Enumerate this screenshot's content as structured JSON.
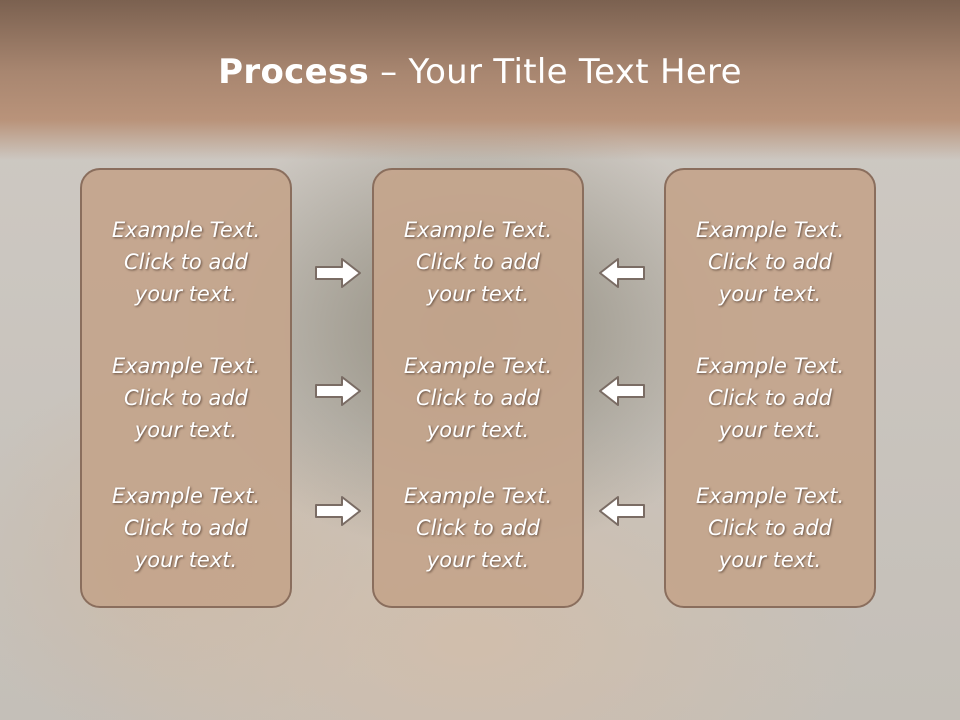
{
  "title": {
    "bold": "Process",
    "rest": " – Your Title Text Here"
  },
  "columns": [
    {
      "items": [
        {
          "line1": "Example Text.",
          "line2": "Click  to add",
          "line3": "your text."
        },
        {
          "line1": "Example Text.",
          "line2": "Click  to add",
          "line3": "your text."
        },
        {
          "line1": "Example Text.",
          "line2": "Click  to add",
          "line3": "your text."
        }
      ]
    },
    {
      "items": [
        {
          "line1": "Example Text.",
          "line2": "Click  to add",
          "line3": "your text."
        },
        {
          "line1": "Example Text.",
          "line2": "Click  to add",
          "line3": "your text."
        },
        {
          "line1": "Example Text.",
          "line2": "Click  to add",
          "line3": "your text."
        }
      ]
    },
    {
      "items": [
        {
          "line1": "Example Text.",
          "line2": "Click  to add",
          "line3": "your text."
        },
        {
          "line1": "Example Text.",
          "line2": "Click  to add",
          "line3": "your text."
        },
        {
          "line1": "Example Text.",
          "line2": "Click  to add",
          "line3": "your text."
        }
      ]
    }
  ],
  "arrows": {
    "left_column": "right-arrow-icon",
    "right_column": "left-arrow-icon"
  },
  "colors": {
    "header": "#a88670",
    "panel": "#c4a58c",
    "panel_border": "#8a6e5d",
    "text": "#ffffff"
  }
}
